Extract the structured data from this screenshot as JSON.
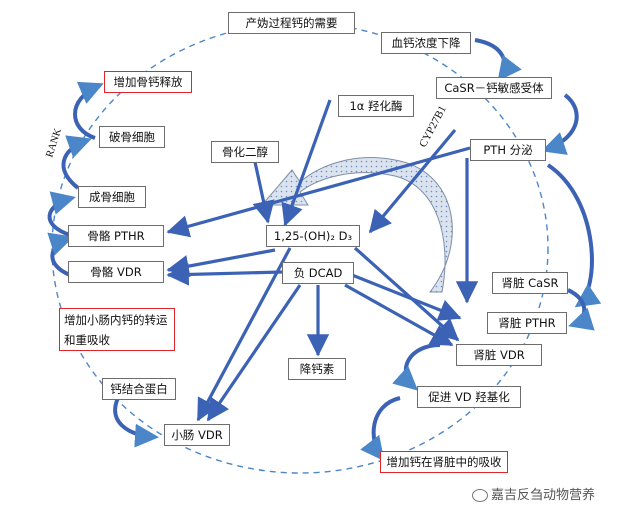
{
  "nodes": {
    "pregnancy_need": "产妫过程钙的需要",
    "blood_ca_drop": "血钙浓度下降",
    "casr": "CaSR－钙敏感受体",
    "alpha_hydroxylase": "1α 羟化酶",
    "pth_secretion": "PTH 分泌",
    "cyp27b1": "CYP27B1",
    "bone_release": "增加骨钙释放",
    "osteoclast": "破骨细胞",
    "ergocalciferol": "骨化二醇",
    "rank": "RANK",
    "osteoblast": "成骨细胞",
    "bone_pthr": "骨骼 PTHR",
    "calcitriol": "1,25-(OH)₂ D₃",
    "bone_vdr": "骨骼 VDR",
    "neg_dcad": "负 DCAD",
    "kidney_casr": "肾脏 CaSR",
    "intestine_transport": "增加小肠内钙的转运和重吸收",
    "kidney_pthr": "肾脏 PTHR",
    "calcitonin": "降钙素",
    "kidney_vdr": "肾脏 VDR",
    "ca_binding_protein": "钙结合蛋白",
    "vd_hydroxylation": "促进 VD 羟基化",
    "intestine_vdr": "小肠 VDR",
    "kidney_absorption": "增加钙在肾脏中的吸收"
  },
  "watermark": "嘉吉反刍动物营养",
  "colors": {
    "arrow": "#3b62b5",
    "cycle": "#4a86c8",
    "highlight_border": "#e0262b",
    "big_arrow_fill": "#cfd8e6",
    "big_arrow_dots": "#6d8fc4"
  }
}
